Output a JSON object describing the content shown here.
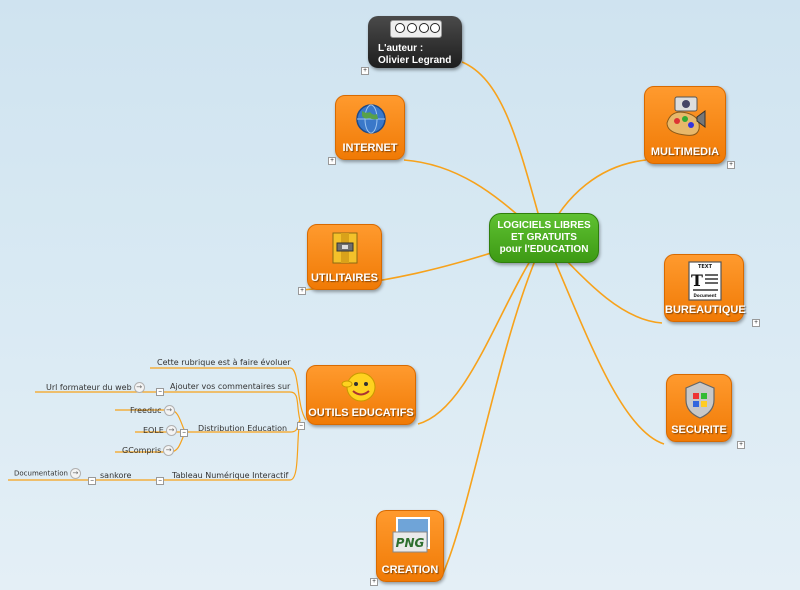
{
  "center": {
    "lines": [
      "LOGICIELS LIBRES",
      "ET GRATUITS",
      "pour l'EDUCATION"
    ]
  },
  "author": {
    "line1": "L'auteur :",
    "line2": "Olivier Legrand",
    "badge_icon": "creative-commons-icon"
  },
  "nodes": {
    "internet": {
      "label": "INTERNET",
      "icon": "globe-icon"
    },
    "utilitaires": {
      "label": "UTILITAIRES",
      "icon": "zip-archive-icon"
    },
    "outils": {
      "label": "OUTILS EDUCATIFS",
      "icon": "smiley-icon"
    },
    "creation": {
      "label": "CREATION",
      "icon": "png-image-icon"
    },
    "multimedia": {
      "label": "MULTIMEDIA",
      "icon": "multimedia-icon"
    },
    "bureautique": {
      "label": "BUREAUTIQUE",
      "icon": "text-document-icon"
    },
    "securite": {
      "label": "SECURITE",
      "icon": "shield-icon"
    }
  },
  "outils_children": {
    "rubrique": "Cette rubrique est à faire évoluer",
    "commentaires": "Ajouter vos commentaires sur",
    "url_formateur": "Url formateur du web",
    "distribution": "Distribution Education",
    "freeduc": "Freeduc",
    "eole": "EOLE",
    "gcompris": "GCompris",
    "tni": "Tableau Numérique Interactif",
    "sankore": "sankore",
    "documentation": "Documentation"
  },
  "colors": {
    "branch": "#f7a21b",
    "node": "#f58a14",
    "center": "#4aa91e",
    "background": "#d4e7f2"
  }
}
